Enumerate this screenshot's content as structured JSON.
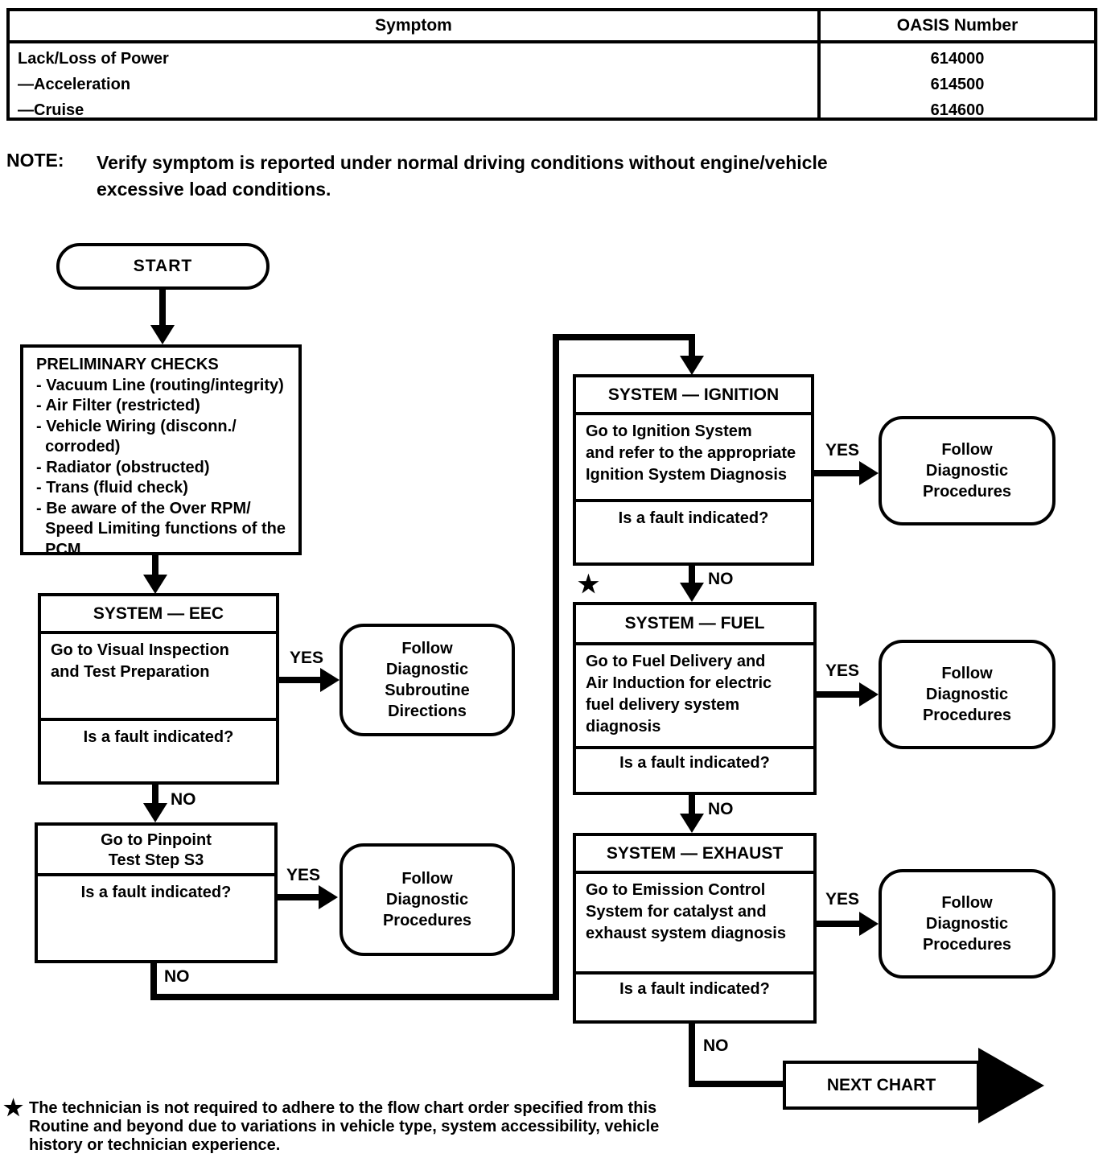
{
  "table": {
    "headers": {
      "symptom": "Symptom",
      "oasis": "OASIS Number"
    },
    "rows": [
      {
        "symptom": "Lack/Loss of Power",
        "oasis": "614000"
      },
      {
        "symptom": "—Acceleration",
        "oasis": "614500"
      },
      {
        "symptom": "—Cruise",
        "oasis": "614600"
      }
    ]
  },
  "note": {
    "label": "NOTE:",
    "text": "Verify symptom is reported under normal driving conditions without engine/vehicle\nexcessive load conditions."
  },
  "labels": {
    "yes": "YES",
    "no": "NO",
    "star": "★"
  },
  "flow": {
    "start": "START",
    "preliminary": {
      "title": "PRELIMINARY CHECKS",
      "lines": [
        "- Vacuum Line (routing/integrity)",
        "- Air Filter (restricted)",
        "- Vehicle Wiring (disconn./",
        "  corroded)",
        "- Radiator (obstructed)",
        "- Trans (fluid check)",
        "- Be aware of the Over RPM/",
        "  Speed Limiting functions of the",
        "  PCM"
      ]
    },
    "eec": {
      "header": "SYSTEM — EEC",
      "body": "Go to Visual Inspection\nand Test Preparation",
      "fault": "Is a fault indicated?"
    },
    "pinpoint": {
      "body": "Go to Pinpoint\nTest Step S3",
      "fault": "Is a fault indicated?"
    },
    "ignition": {
      "header": "SYSTEM — IGNITION",
      "body": "Go to Ignition System\nand refer to the appropriate\nIgnition System Diagnosis",
      "fault": "Is a fault indicated?"
    },
    "fuel": {
      "header": "SYSTEM — FUEL",
      "body": "Go to Fuel Delivery and\nAir Induction for electric\nfuel delivery system\ndiagnosis",
      "fault": "Is a fault indicated?"
    },
    "exhaust": {
      "header": "SYSTEM — EXHAUST",
      "body": "Go to Emission Control\nSystem for catalyst and\nexhaust system diagnosis",
      "fault": "Is a fault indicated?"
    },
    "subroutine_result": "Follow\nDiagnostic\nSubroutine\nDirections",
    "procedures_result": "Follow\nDiagnostic\nProcedures",
    "next_chart": "NEXT CHART"
  },
  "footnote": {
    "star": "★",
    "text": "The technician is not required to adhere to the flow chart order specified from this\nRoutine and beyond due to variations in vehicle type, system accessibility, vehicle\nhistory or technician experience."
  }
}
